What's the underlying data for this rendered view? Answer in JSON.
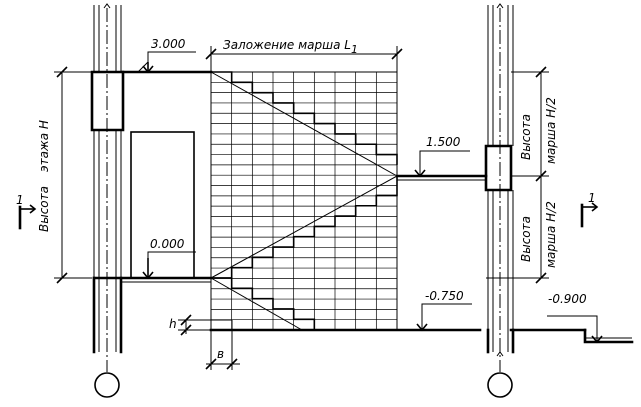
{
  "labels": {
    "mark_top": "3.000",
    "mark_zero": "0.000",
    "mark_landing": "1.500",
    "mark_ground": "-0.750",
    "mark_outside": "-0.900",
    "run_length": "Заложение марша L",
    "run_length_sub": "1",
    "floor_height_word": "Высота",
    "floor_height_phrase": "этажа H",
    "flight_height_word": "Высота",
    "flight_height_phrase": "марша H/2",
    "riser_height": "h",
    "tread_width": "в",
    "section_mark": "1"
  }
}
